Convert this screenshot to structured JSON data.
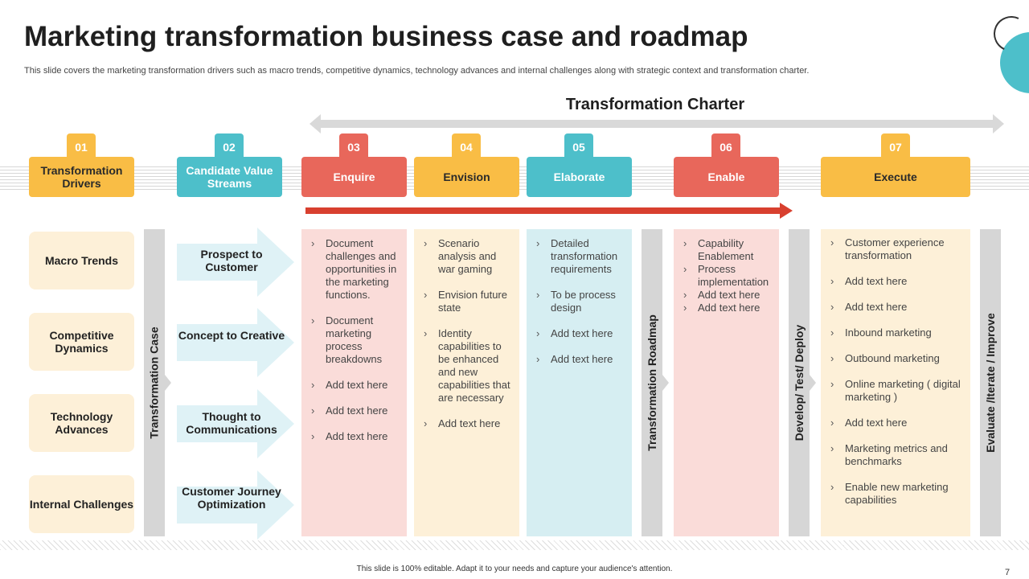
{
  "header": {
    "title": "Marketing transformation business case and roadmap",
    "subtitle": "This slide covers the marketing transformation drivers such as macro trends, competitive dynamics, technology advances and internal challenges along with strategic context and transformation charter."
  },
  "charter": {
    "title": "Transformation Charter"
  },
  "colors": {
    "red": "#e8675b",
    "yellow": "#f9bd45",
    "teal": "#4dbfca",
    "pink_panel": "#fadcd9",
    "cream_panel": "#fdf0d8",
    "blue_panel": "#d6eef2",
    "arrow_red": "#d8402f"
  },
  "phases": [
    {
      "num": "01",
      "label": "Transformation Drivers"
    },
    {
      "num": "02",
      "label": "Candidate Value Streams"
    },
    {
      "num": "03",
      "label": "Enquire"
    },
    {
      "num": "04",
      "label": "Envision"
    },
    {
      "num": "05",
      "label": "Elaborate"
    },
    {
      "num": "06",
      "label": "Enable"
    },
    {
      "num": "07",
      "label": "Execute"
    }
  ],
  "drivers": [
    "Macro Trends",
    "Competitive Dynamics",
    "Technology Advances",
    "Internal Challenges"
  ],
  "value_streams": [
    "Prospect to Customer",
    "Concept to Creative",
    "Thought to Communications",
    "Customer Journey Optimization"
  ],
  "vertical_labels": {
    "case": "Transformation Case",
    "roadmap": "Transformation Roadmap",
    "deploy": "Develop/ Test/ Deploy",
    "evaluate": "Evaluate /Iterate / Improve"
  },
  "panels": {
    "enquire": [
      "Document challenges and opportunities in the marketing functions.",
      "Document marketing process breakdowns",
      "Add text here",
      "Add text here",
      "Add text here"
    ],
    "envision": [
      "Scenario analysis and war gaming",
      "Envision future state",
      "Identity capabilities to be enhanced and new capabilities that are necessary",
      "Add text here"
    ],
    "elaborate": [
      "Detailed transformation requirements",
      "To be process design",
      "Add text here",
      "Add text here"
    ],
    "enable": [
      "Capability Enablement",
      "Process implementation",
      "Add text here",
      "Add text here"
    ],
    "execute": [
      "Customer experience transformation",
      "Add text here",
      "Add text here",
      "Inbound marketing",
      "Outbound marketing",
      "Online marketing ( digital marketing )",
      "Add text here",
      "Marketing metrics and benchmarks",
      "Enable new marketing capabilities"
    ]
  },
  "footer": {
    "text": "This slide is 100% editable. Adapt it to your needs and capture your audience's attention.",
    "page": "7"
  }
}
